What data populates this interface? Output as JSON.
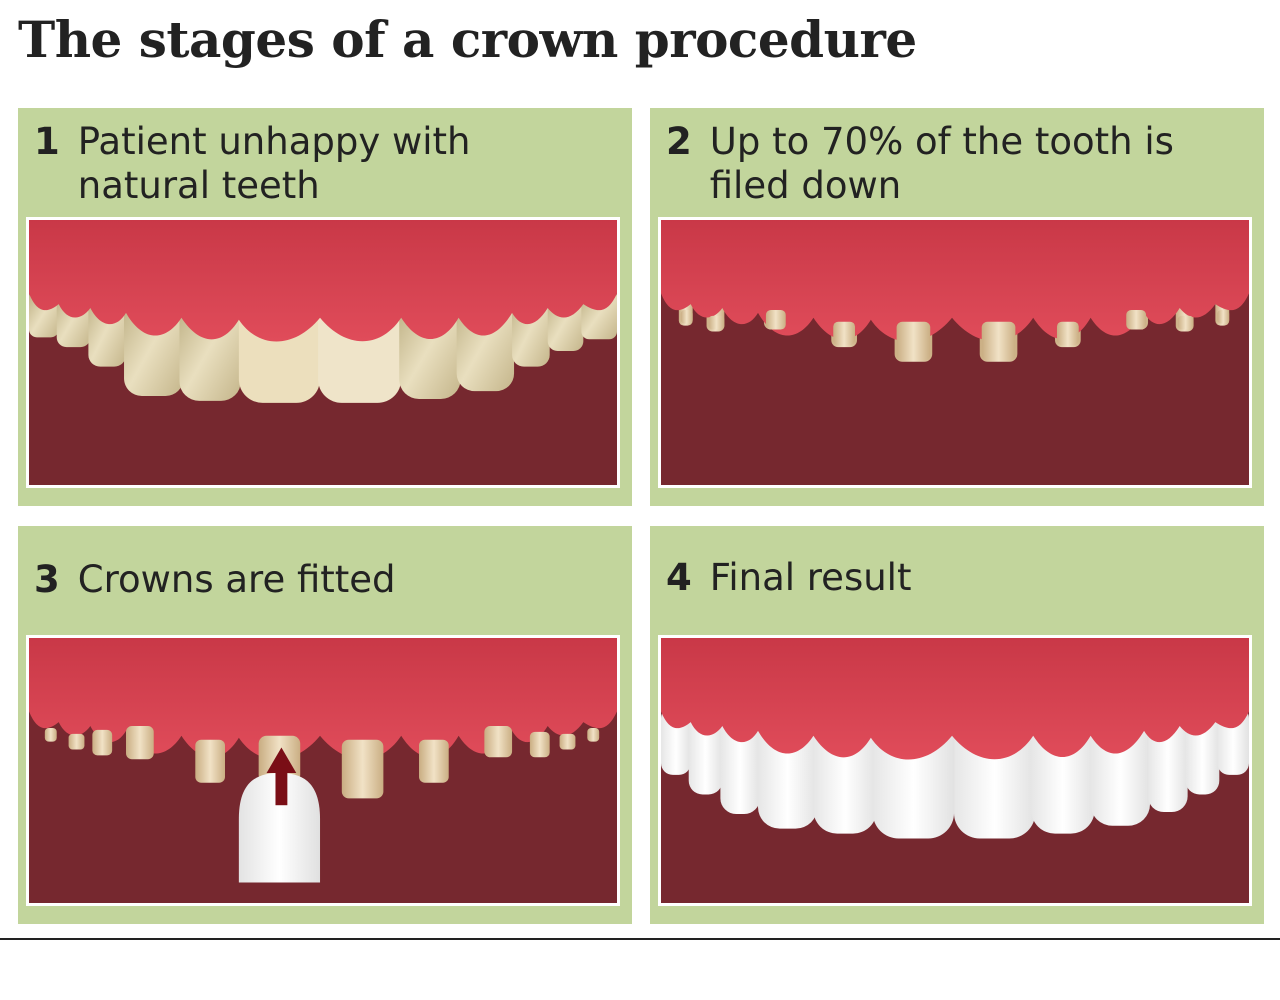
{
  "title": "The stages of a crown procedure",
  "colors": {
    "panel_bg": "#c2d59c",
    "mouth_bg": "#76282f",
    "gum": "#d8424f",
    "natural_tooth": "#ddd0a6",
    "filed_stub": "#e4cfa9",
    "crown": "#ffffff",
    "arrow": "#7a0e16"
  },
  "panels": [
    {
      "number": "1",
      "caption": "Patient unhappy with natural teeth",
      "scene": "natural-teeth"
    },
    {
      "number": "2",
      "caption": "Up to 70% of the tooth is filed down",
      "scene": "filed-teeth"
    },
    {
      "number": "3",
      "caption": "Crowns are fitted",
      "scene": "crown-fitting"
    },
    {
      "number": "4",
      "caption": "Final result",
      "scene": "white-crowns"
    }
  ]
}
